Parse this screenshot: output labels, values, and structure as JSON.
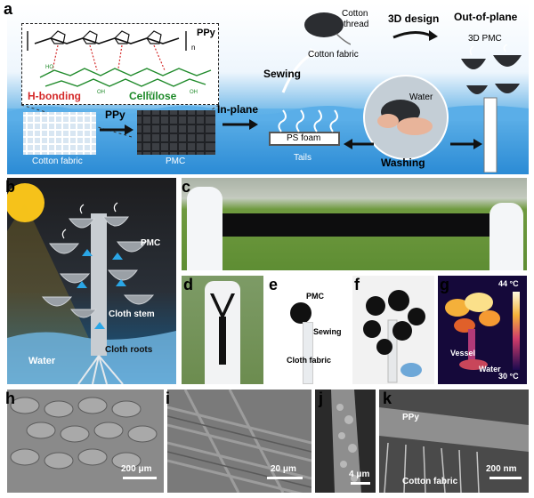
{
  "panels": {
    "a": {
      "label": "a",
      "ppy_formula": "PPy",
      "n_sub": "n",
      "h_bonding": "H-bonding",
      "cellulose": "Cellulose",
      "ho": "HO",
      "oh": "OH",
      "cotton_fabric": "Cotton fabric",
      "ppy_arrow": "PPy",
      "pmc": "PMC",
      "in_plane": "In-plane",
      "sewing": "Sewing",
      "cotton_fabric_2": "Cotton fabric",
      "cotton_thread_1": "Cotton",
      "cotton_thread_2": "thread",
      "design_3d": "3D design",
      "out_of_plane": "Out-of-plane",
      "pmc_3d": "3D PMC",
      "water": "Water",
      "ps_foam": "PS foam",
      "tails": "Tails",
      "washing": "Washing"
    },
    "b": {
      "label": "b",
      "pmc": "PMC",
      "cloth_stem": "Cloth stem",
      "water": "Water",
      "cloth_roots": "Cloth roots"
    },
    "c": {
      "label": "c"
    },
    "d": {
      "label": "d"
    },
    "e": {
      "label": "e",
      "pmc": "PMC",
      "sewing": "Sewing",
      "cloth_fabric": "Cloth fabric"
    },
    "f": {
      "label": "f"
    },
    "g": {
      "label": "g",
      "temp_high": "44 °C",
      "temp_low": "30 °C",
      "vessel": "Vessel",
      "water": "Water"
    },
    "h": {
      "label": "h",
      "scale": "200 μm"
    },
    "i": {
      "label": "i",
      "scale": "20 μm"
    },
    "j": {
      "label": "j",
      "scale": "4 μm"
    },
    "k": {
      "label": "k",
      "ppy": "PPy",
      "cotton_fabric": "Cotton fabric",
      "scale": "200 nm"
    }
  },
  "colors": {
    "h_bonding": "#d42a2a",
    "cellulose": "#1f8a2a",
    "water_blue": "#2c8fd8",
    "arrow_blue": "#2aa6e6"
  }
}
